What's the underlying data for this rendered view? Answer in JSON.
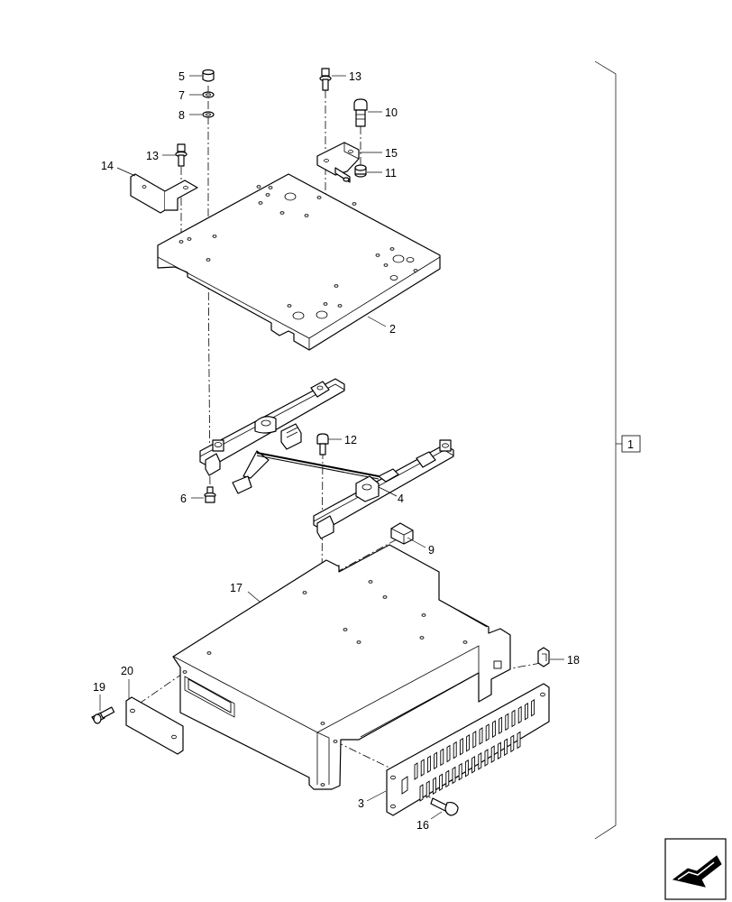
{
  "callouts": [
    {
      "id": "c5",
      "label": "5"
    },
    {
      "id": "c7",
      "label": "7"
    },
    {
      "id": "c8",
      "label": "8"
    },
    {
      "id": "c13a",
      "label": "13"
    },
    {
      "id": "c10",
      "label": "10"
    },
    {
      "id": "c15",
      "label": "15"
    },
    {
      "id": "c11",
      "label": "11"
    },
    {
      "id": "c13b",
      "label": "13"
    },
    {
      "id": "c14",
      "label": "14"
    },
    {
      "id": "c2",
      "label": "2"
    },
    {
      "id": "c12",
      "label": "12"
    },
    {
      "id": "c6",
      "label": "6"
    },
    {
      "id": "c4",
      "label": "4"
    },
    {
      "id": "c9",
      "label": "9"
    },
    {
      "id": "c17",
      "label": "17"
    },
    {
      "id": "c18",
      "label": "18"
    },
    {
      "id": "c20",
      "label": "20"
    },
    {
      "id": "c19",
      "label": "19"
    },
    {
      "id": "c3",
      "label": "3"
    },
    {
      "id": "c16",
      "label": "16"
    }
  ],
  "assembly": {
    "label": "1"
  },
  "nav": {
    "icon": "next-page-arrow-icon"
  }
}
